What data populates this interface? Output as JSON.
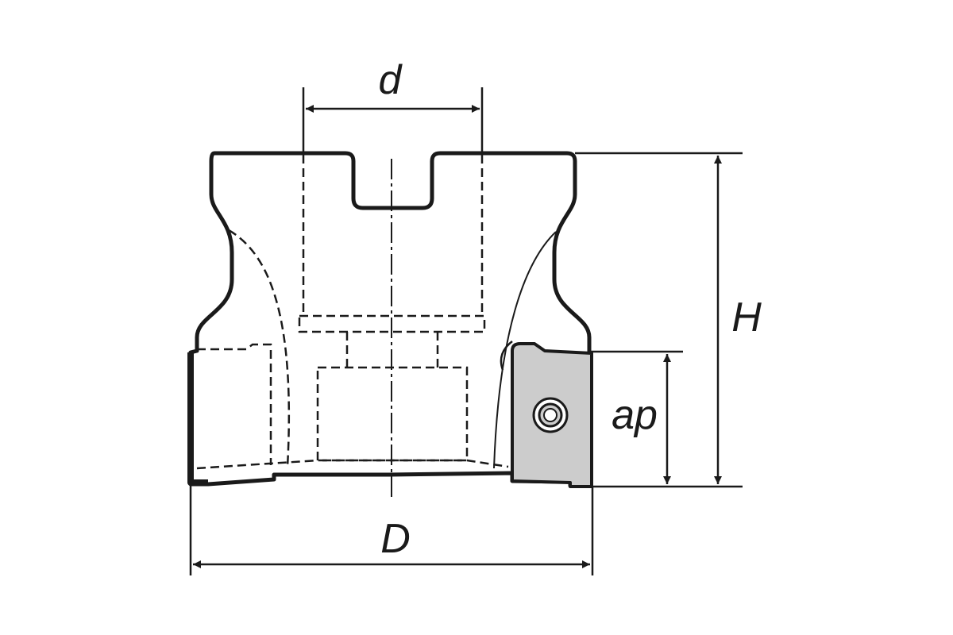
{
  "diagram": {
    "labels": {
      "bore_diameter": "d",
      "height": "H",
      "depth_of_cut": "ap",
      "cutter_diameter": "D"
    },
    "colors": {
      "line": "#1a1a1a",
      "insert_fill": "#cccccc",
      "background": "#ffffff"
    }
  }
}
